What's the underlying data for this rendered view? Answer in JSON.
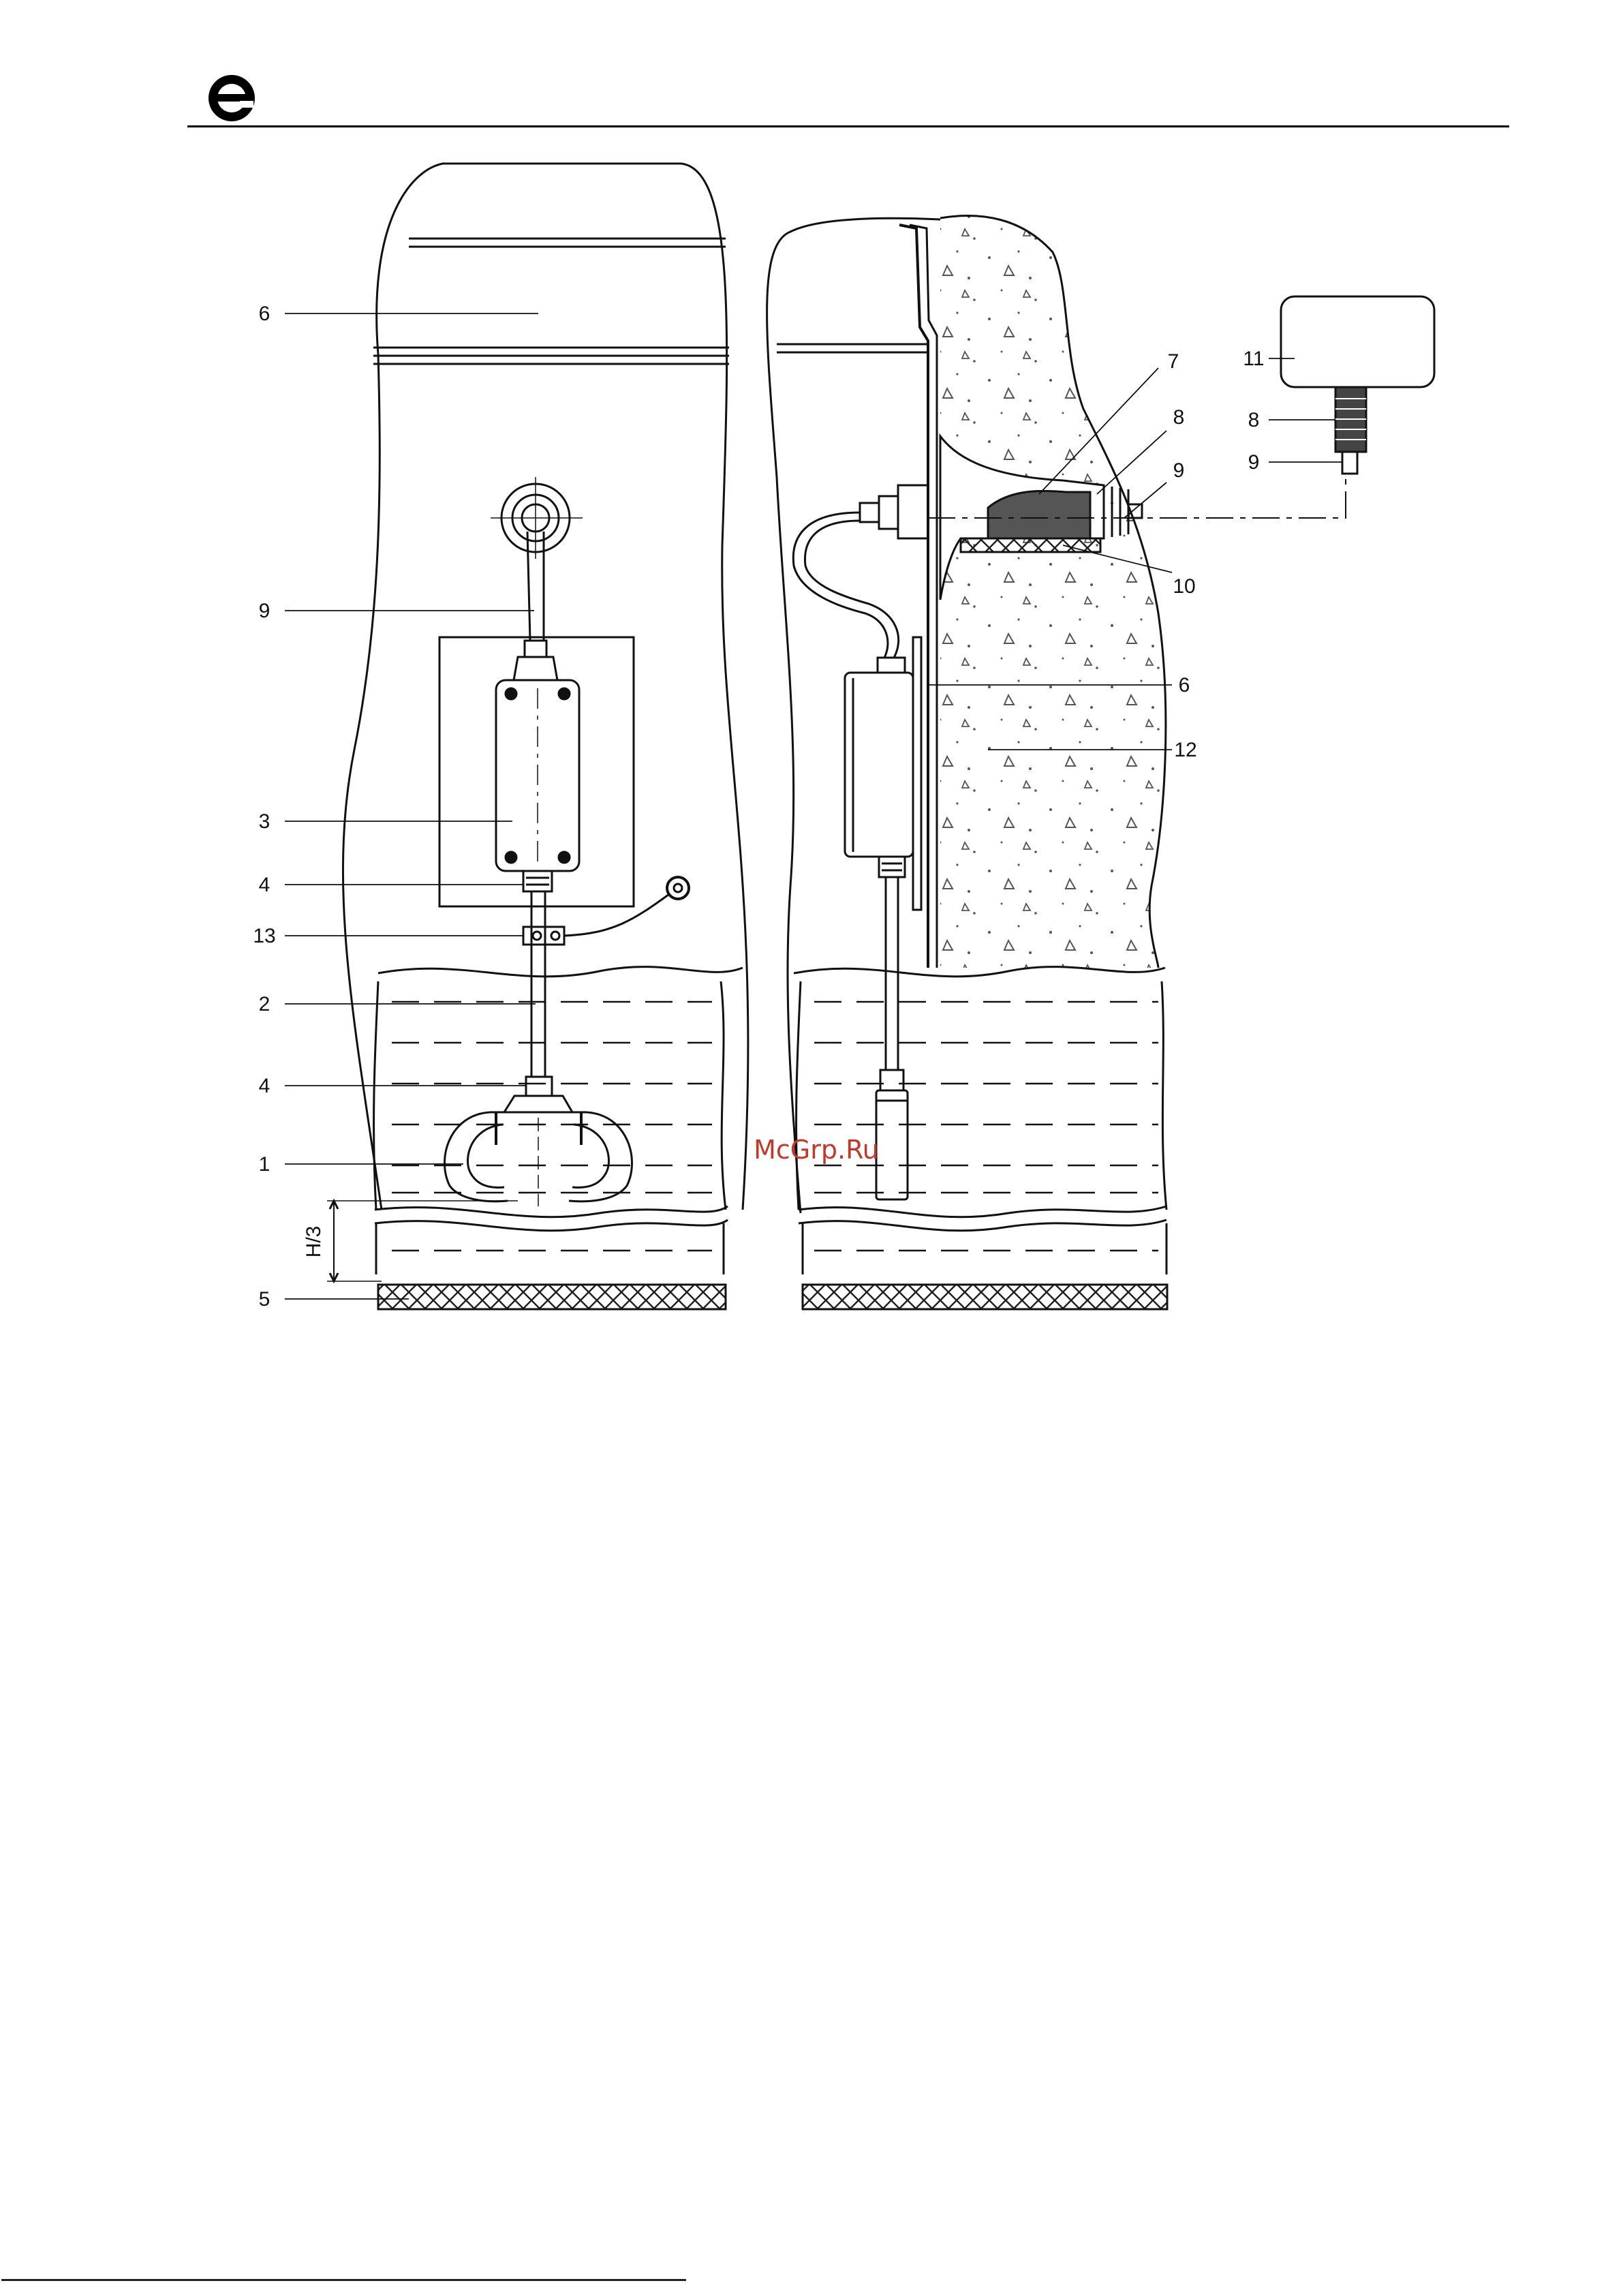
{
  "header": {
    "logo_icon": "e-brand-logo"
  },
  "diagram": {
    "left_view_labels": {
      "top_pipe": "6",
      "cable_top": "9",
      "box": "3",
      "gland_upper": "4",
      "clamp": "13",
      "cable": "2",
      "gland_lower": "4",
      "electrode": "1",
      "dimension": "H/3",
      "bottom": "5"
    },
    "right_view_labels": {
      "l7": "7",
      "l8": "8",
      "l9": "9",
      "l10": "10",
      "l6": "6",
      "l12": "12"
    },
    "detail_labels": {
      "l11": "11",
      "l8": "8",
      "l9": "9"
    }
  },
  "watermark": "McGrp.Ru"
}
